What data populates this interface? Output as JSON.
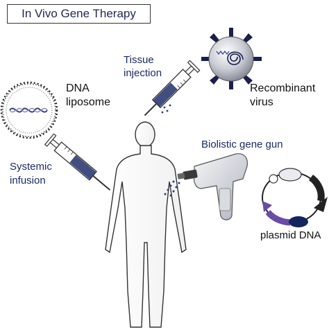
{
  "title": "In Vivo Gene Therapy",
  "labels": {
    "dna_liposome": [
      "DNA",
      "liposome"
    ],
    "tissue_injection": [
      "Tissue",
      "injection"
    ],
    "recombinant_virus": [
      "Recombinant",
      "virus"
    ],
    "systemic_infusion": [
      "Systemic",
      "infusion"
    ],
    "biolistic_gene_gun": "Biolistic gene gun",
    "plasmid_dna": "plasmid DNA"
  },
  "icons": {
    "human": "human-silhouette-icon",
    "liposome": "liposome-icon",
    "virus": "virus-icon",
    "syringe_tissue": "syringe-icon",
    "syringe_systemic": "syringe-icon",
    "gene_gun": "gene-gun-icon",
    "plasmid": "plasmid-icon"
  },
  "colors": {
    "navy_label": "#1a2a66",
    "virus_spike": "#1a1f4d",
    "plasmid_purple": "#6b4aa8",
    "plasmid_dark": "#222222",
    "plasmid_navy": "#13245e"
  }
}
